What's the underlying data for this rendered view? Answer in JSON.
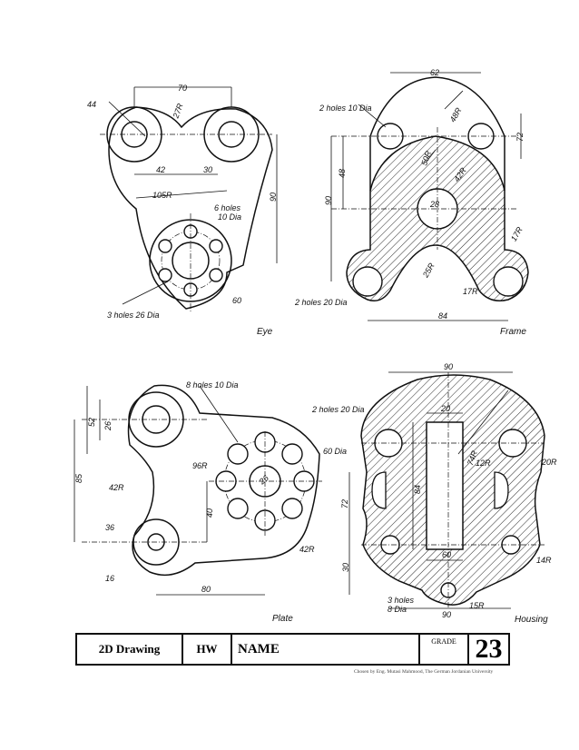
{
  "drawings": {
    "eye": {
      "caption": "Eye",
      "dims": {
        "d70": "70",
        "d44": "44",
        "d27r": "27R",
        "d42": "42",
        "d30": "30",
        "d105r": "105R",
        "holes6": "6 holes",
        "holes6dia": "10 Dia",
        "d90": "90",
        "holes3": "3 holes 26 Dia",
        "d60": "60"
      }
    },
    "frame": {
      "caption": "Frame",
      "dims": {
        "d62": "62",
        "holes2a": "2 holes 10 Dia",
        "d48r": "48R",
        "d50r": "50R",
        "d72": "72",
        "d48": "48",
        "d90": "90",
        "d42r": "42R",
        "d28": "28",
        "d17r_a": "17R",
        "d25r": "25R",
        "d17r_b": "17R",
        "holes2b": "2 holes 20 Dia",
        "d84": "84"
      }
    },
    "plate": {
      "caption": "Plate",
      "dims": {
        "holes8": "8 holes 10 Dia",
        "d52": "52",
        "d26": "26",
        "d85": "85",
        "d96r": "96R",
        "d42r_a": "42R",
        "d40": "40",
        "d36": "36",
        "d26b": "26",
        "d60dia": "60 Dia",
        "d42r_b": "42R",
        "d16": "16",
        "d80": "80"
      }
    },
    "housing": {
      "caption": "Housing",
      "dims": {
        "d90top": "90",
        "holes2": "2 holes 20 Dia",
        "d20": "20",
        "d74r": "74R",
        "d12r": "12R",
        "d20r": "20R",
        "d84": "84",
        "d72": "72",
        "d60": "60",
        "d30": "30",
        "d14r": "14R",
        "holes3": "3 holes",
        "holes3dia": "8 Dia",
        "d15r": "15R",
        "d90bot": "90"
      }
    }
  },
  "title_block": {
    "subject": "2D Drawing",
    "type": "HW",
    "name_label": "NAME",
    "grade_label": "GRADE",
    "sheet_number": "23"
  },
  "credit": "Chosen by Eng. Mutasi Mahmood, The German Jordanian University"
}
